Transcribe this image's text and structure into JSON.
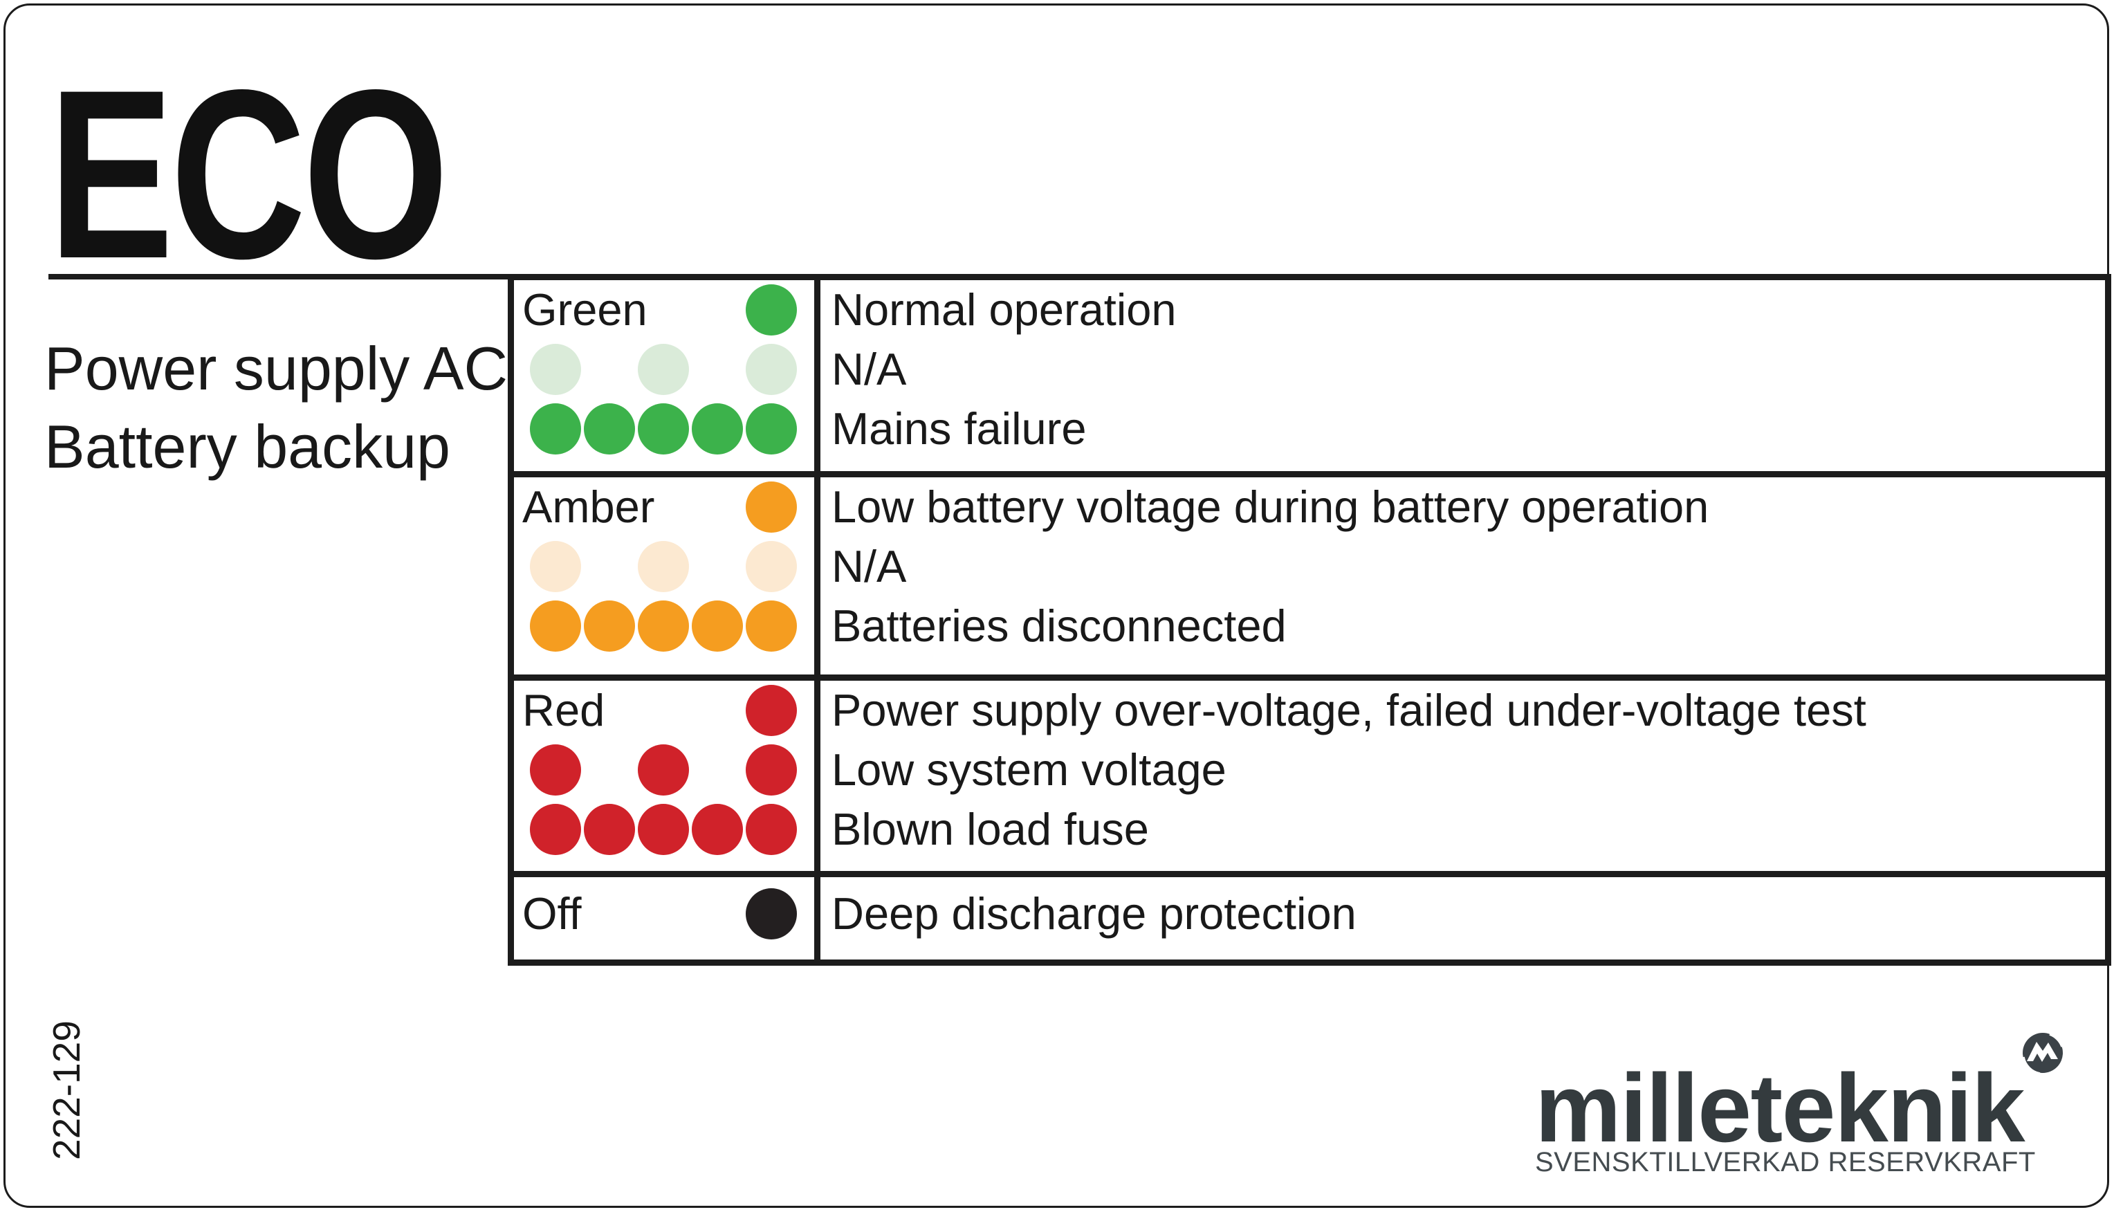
{
  "card": {
    "title": "ECO",
    "subtitle_line1": "Power supply AC/DC",
    "subtitle_line2": "Battery backup",
    "part_number": "222-129"
  },
  "led_table": {
    "rows": [
      {
        "label": "Green",
        "solid_color": "#3CB24B",
        "pale_color": "#DAEBD9",
        "led_lines": [
          {
            "dots": [
              5
            ],
            "style": "solid"
          },
          {
            "dots": [
              1,
              3,
              5
            ],
            "style": "pale"
          },
          {
            "dots": [
              1,
              2,
              3,
              4,
              5
            ],
            "style": "solid"
          }
        ],
        "meanings": [
          "Normal operation",
          "N/A",
          "Mains failure"
        ]
      },
      {
        "label": "Amber",
        "solid_color": "#F59D20",
        "pale_color": "#FCE9D1",
        "led_lines": [
          {
            "dots": [
              5
            ],
            "style": "solid"
          },
          {
            "dots": [
              1,
              3,
              5
            ],
            "style": "pale"
          },
          {
            "dots": [
              1,
              2,
              3,
              4,
              5
            ],
            "style": "solid"
          }
        ],
        "meanings": [
          "Low battery voltage during battery operation",
          "N/A",
          "Batteries disconnected"
        ]
      },
      {
        "label": "Red",
        "solid_color": "#D0222A",
        "pale_color": "#D0222A",
        "led_lines": [
          {
            "dots": [
              5
            ],
            "style": "solid"
          },
          {
            "dots": [
              1,
              3,
              5
            ],
            "style": "solid"
          },
          {
            "dots": [
              1,
              2,
              3,
              4,
              5
            ],
            "style": "solid"
          }
        ],
        "meanings": [
          "Power supply over-voltage, failed under-voltage test",
          "Low system voltage",
          "Blown load fuse"
        ]
      },
      {
        "label": "Off",
        "solid_color": "#231F20",
        "pale_color": "#231F20",
        "led_lines": [
          {
            "dots": [
              5
            ],
            "style": "solid"
          }
        ],
        "meanings": [
          "Deep discharge protection"
        ]
      }
    ]
  },
  "logo": {
    "brand": "milleteknik",
    "tagline": "SVENSKTILLVERKAD RESERVKRAFT",
    "badge_icon": "lightning-m-icon",
    "brand_color": "#343B3E",
    "tagline_color": "#454C50"
  }
}
